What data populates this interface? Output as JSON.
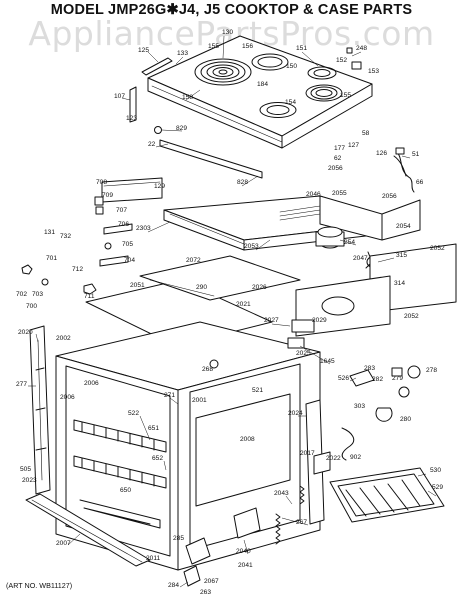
{
  "title": "MODEL JMP26G✱J4, J5 COOKTOP & CASE PARTS",
  "watermark": "AppliancePartsPros.com",
  "art_number": "(ART NO. WB11127)",
  "part_labels": [
    "130",
    "125",
    "133",
    "155",
    "156",
    "151",
    "248",
    "150",
    "152",
    "153",
    "107",
    "158",
    "184",
    "154",
    "155",
    "123",
    "829",
    "22",
    "58",
    "127",
    "126",
    "51",
    "177",
    "62",
    "2056",
    "66",
    "129",
    "828",
    "2046",
    "2055",
    "2056",
    "708",
    "709",
    "707",
    "2303",
    "2054",
    "706",
    "131",
    "732",
    "705",
    "701",
    "2053",
    "254",
    "2052",
    "704",
    "2072",
    "315",
    "712",
    "2047",
    "711",
    "314",
    "2051",
    "290",
    "2026",
    "703",
    "702",
    "700",
    "2021",
    "2020",
    "2029",
    "2052",
    "2002",
    "2025",
    "2027",
    "1645",
    "268",
    "277",
    "2006",
    "526",
    "283",
    "282",
    "279",
    "278",
    "271",
    "522",
    "521",
    "303",
    "2001",
    "651",
    "2024",
    "280",
    "652",
    "2006",
    "2008",
    "902",
    "505",
    "2023",
    "650",
    "2017",
    "2022",
    "530",
    "2043",
    "529",
    "2007",
    "285",
    "2011",
    "267",
    "2040",
    "2041",
    "284",
    "2067",
    "263"
  ]
}
